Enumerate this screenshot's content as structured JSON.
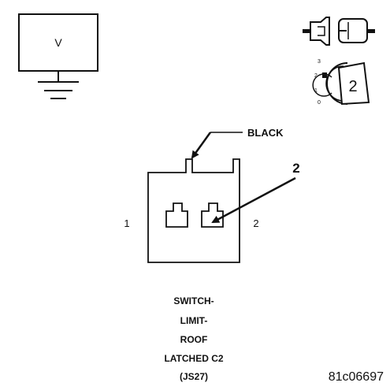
{
  "meter": {
    "symbol": "V"
  },
  "ignition": {
    "positions": [
      "3",
      "2",
      "1",
      "0"
    ],
    "selected": "2"
  },
  "connector": {
    "wire_color_label": "BLACK",
    "pin_left_label": "1",
    "pin_right_label": "2",
    "callout_label": "2"
  },
  "caption": {
    "lines": [
      "SWITCH-",
      "LIMIT-",
      "ROOF",
      "LATCHED C2",
      "(JS27)"
    ]
  },
  "figure_id": "81c06697"
}
